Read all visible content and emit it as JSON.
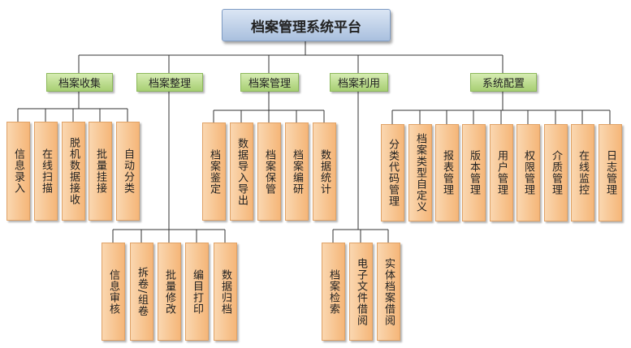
{
  "root": {
    "label": "档案管理系统平台"
  },
  "categories": [
    {
      "label": "档案收集",
      "items": [
        "信息录入",
        "在线扫描",
        "脱机数据接收",
        "批量挂接",
        "自动分类"
      ]
    },
    {
      "label": "档案整理",
      "items": [
        "信息审核",
        "拆卷/组卷",
        "批量修改",
        "编目打印",
        "数据归档"
      ]
    },
    {
      "label": "档案管理",
      "items": [
        "档案鉴定",
        "数据导入导出",
        "档案保管",
        "档案编研",
        "数据统计"
      ]
    },
    {
      "label": "档案利用",
      "items": [
        "档案检索",
        "电子文件借阅",
        "实体档案借阅"
      ]
    },
    {
      "label": "系统配置",
      "items": [
        "分类代码管理",
        "档案类型自定义",
        "报表管理",
        "版本管理",
        "用户管理",
        "权限管理",
        "介质管理",
        "在线监控",
        "日志管理"
      ]
    }
  ]
}
